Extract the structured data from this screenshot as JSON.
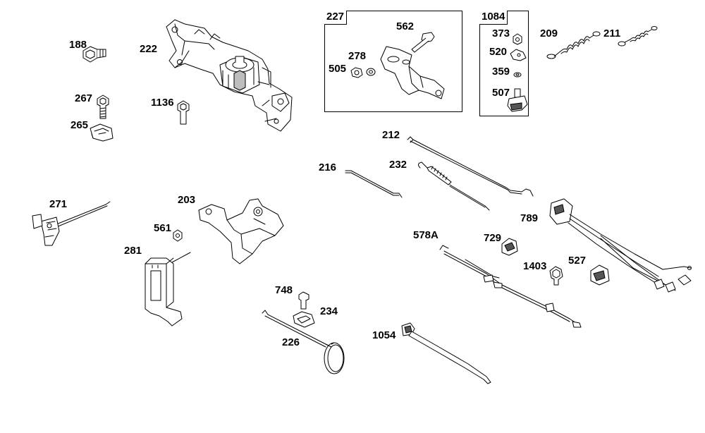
{
  "diagram": {
    "labels": {
      "l188": "188",
      "l222": "222",
      "l267": "267",
      "l1136": "1136",
      "l265": "265",
      "l227": "227",
      "l562": "562",
      "l278": "278",
      "l505": "505",
      "l1084": "1084",
      "l373": "373",
      "l520": "520",
      "l359": "359",
      "l507": "507",
      "l209": "209",
      "l211": "211",
      "l212": "212",
      "l216": "216",
      "l232": "232",
      "l271": "271",
      "l203": "203",
      "l561": "561",
      "l281": "281",
      "l789": "789",
      "l578A": "578A",
      "l729": "729",
      "l1403": "1403",
      "l527": "527",
      "l748": "748",
      "l234": "234",
      "l226": "226",
      "l1054": "1054"
    }
  }
}
